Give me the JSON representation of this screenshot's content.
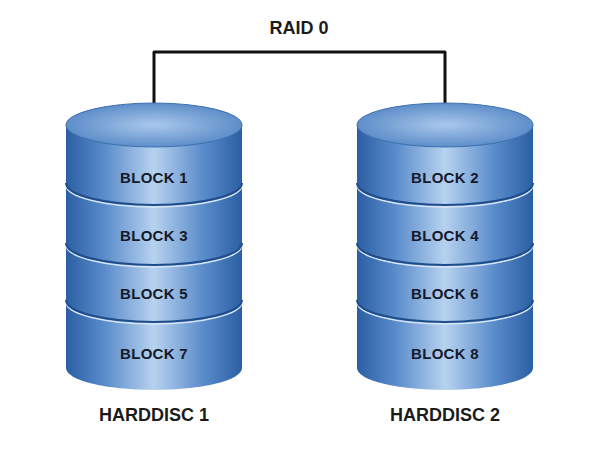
{
  "diagram": {
    "title": "RAID 0",
    "nodes": [
      {
        "text": [
          "HARDDISC 1"
        ]
      },
      {
        "text": [
          "BLOCK 1"
        ],
        "in": 0
      },
      {
        "text": [
          "BLOCK 3"
        ],
        "in": 0
      },
      {
        "text": [
          "BLOCK 5"
        ],
        "in": 0
      },
      {
        "text": [
          "BLOCK 7"
        ],
        "in": 0
      },
      {
        "text": [
          "HARDDISC 2"
        ]
      },
      {
        "text": [
          "BLOCK 2"
        ],
        "in": 5
      },
      {
        "text": [
          "BLOCK 4"
        ],
        "in": 5
      },
      {
        "text": [
          "BLOCK 6"
        ],
        "in": 5
      },
      {
        "text": [
          "BLOCK 8"
        ],
        "in": 5
      }
    ],
    "edges": [
      {
        "from": 0,
        "to": 5,
        "arrow": "none"
      }
    ]
  }
}
